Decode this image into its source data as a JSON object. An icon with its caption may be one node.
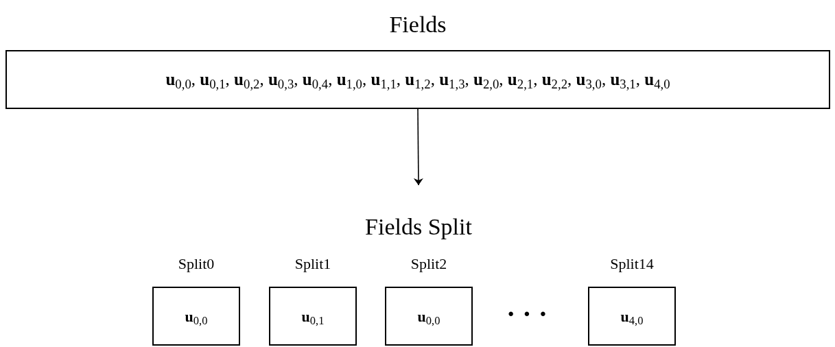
{
  "diagram": {
    "nodes": [
      {
        "text": [
          "Fields",
          "**u**$_{0,0}$, **u**$_{0,1}$, **u**$_{0,2}$, **u**$_{0,3}$, **u**$_{0,4}$, **u**$_{1,0}$, **u**$_{1,1}$, **u**$_{1,2}$, **u**$_{1,3}$, **u**$_{2,0}$, **u**$_{2,1}$, **u**$_{2,2}$, **u**$_{3,0}$, **u**$_{3,1}$, **u**$_{4,0}$"
        ]
      },
      {
        "text": [
          "Fields Split"
        ]
      },
      {
        "text": [
          "Split0",
          "**u**$_{0,0}$"
        ]
      },
      {
        "text": [
          "Split1",
          "**u**$_{0,1}$"
        ]
      },
      {
        "text": [
          "Split2",
          "**u**$_{0,0}$"
        ]
      },
      {
        "text": [
          "Split14",
          "**u**$_{4,0}$"
        ]
      }
    ],
    "edges": [
      {
        "from": 0,
        "to": 1,
        "arrow": "to"
      }
    ],
    "labels": [
      "· · ·"
    ]
  }
}
